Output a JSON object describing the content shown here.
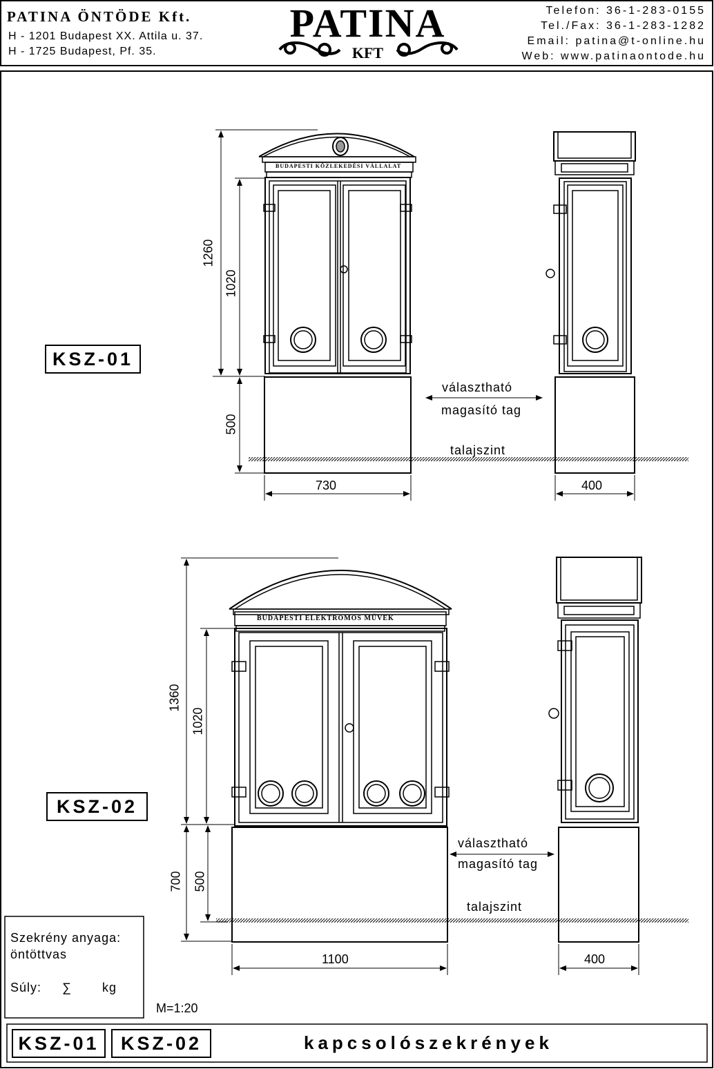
{
  "header": {
    "company": "PATINA ÖNTÖDE Kft.",
    "address_1": "H - 1201 Budapest XX. Attila u. 37.",
    "address_2": "H - 1725 Budapest, Pf. 35.",
    "brand": "PATINA",
    "brand_sub": "KFT",
    "phone": "Telefon: 36-1-283-0155",
    "fax": "Tel./Fax: 36-1-283-1282",
    "email": "Email: patina@t-online.hu",
    "web": "Web: www.patinaontode.hu"
  },
  "ksz01": {
    "code": "KSZ-01",
    "plate": "BUDAPESTI KÖZLEKEDÉSI VÁLLALAT",
    "dim_total": "1260",
    "dim_cabinet": "1020",
    "dim_base": "500",
    "dim_width": "730",
    "dim_depth": "400",
    "note_1": "választható",
    "note_2": "magasító tag",
    "ground": "talajszint"
  },
  "ksz02": {
    "code": "KSZ-02",
    "plate": "BUDAPESTI ELEKTROMOS MŰVEK",
    "dim_total": "1360",
    "dim_cabinet": "1020",
    "dim_base_total": "700",
    "dim_base": "500",
    "dim_width": "1100",
    "dim_depth": "400",
    "note_1": "választható",
    "note_2": "magasító tag",
    "ground": "talajszint"
  },
  "info": {
    "material_label": "Szekrény anyaga:",
    "material": "öntöttvas",
    "weight_label": "Súly:",
    "weight_symbol": "∑",
    "weight_unit": "kg",
    "scale": "M=1:20"
  },
  "titleblock": {
    "code_1": "KSZ-01",
    "code_2": "KSZ-02",
    "title": "kapcsolószekrények"
  }
}
